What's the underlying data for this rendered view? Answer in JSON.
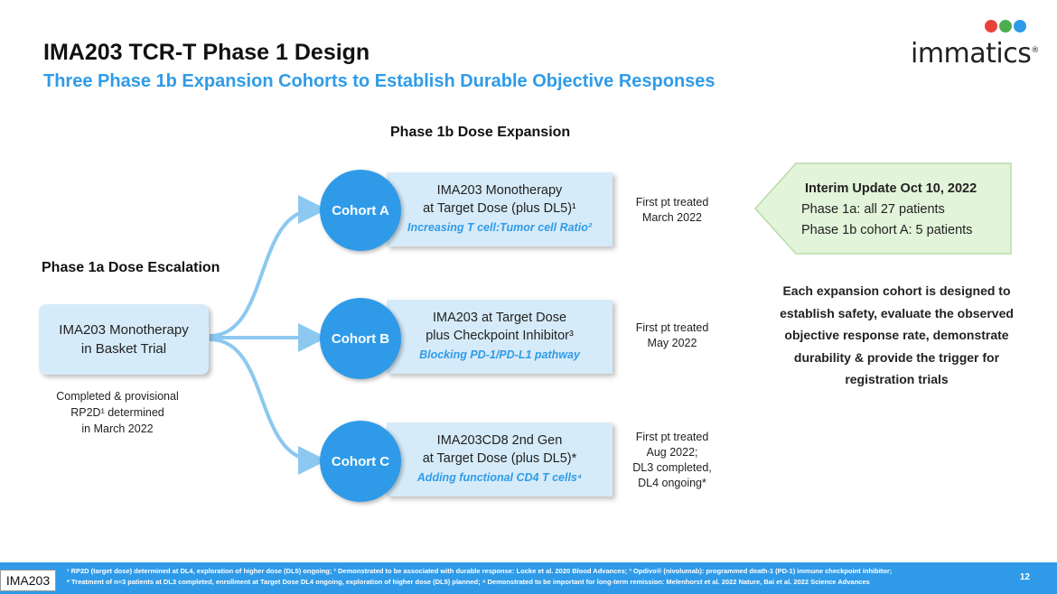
{
  "header": {
    "title": "IMA203 TCR-T Phase 1 Design",
    "subtitle": "Three Phase 1b Expansion Cohorts to Establish Durable Objective Responses",
    "logo_text": "immatics",
    "logo_mark": "®"
  },
  "phase1b_title": "Phase 1b Dose Expansion",
  "phase1a": {
    "title": "Phase 1a Dose Escalation",
    "box_lines": [
      "IMA203 Monotherapy",
      "in Basket Trial"
    ],
    "note_lines": [
      "Completed & provisional",
      "RP2D¹ determined",
      "in March 2022"
    ]
  },
  "cohorts": [
    {
      "label": "Cohort A",
      "lines": [
        "IMA203 Monotherapy",
        "at Target Dose (plus DL5)¹"
      ],
      "emphasis": "Increasing T cell:Tumor cell Ratio²",
      "treated": [
        "First pt treated",
        "March 2022"
      ]
    },
    {
      "label": "Cohort B",
      "lines": [
        "IMA203 at Target Dose",
        "plus Checkpoint Inhibitor³"
      ],
      "emphasis": "Blocking PD-1/PD-L1 pathway",
      "treated": [
        "First pt treated",
        "May 2022"
      ]
    },
    {
      "label": "Cohort C",
      "lines": [
        "IMA203CD8 2nd Gen",
        "at Target Dose (plus DL5)*"
      ],
      "emphasis": "Adding functional CD4 T cells⁴",
      "treated": [
        "First pt treated",
        "Aug 2022;",
        "DL3 completed,",
        "DL4 ongoing*"
      ]
    }
  ],
  "interim": {
    "heading": "Interim Update Oct 10, 2022",
    "lines": [
      "Phase 1a: all 27 patients",
      "Phase 1b cohort A: 5 patients"
    ]
  },
  "summary_lines": [
    "Each expansion cohort is designed to",
    "establish safety, evaluate the observed",
    "objective response rate, demonstrate",
    "durability & provide the trigger for",
    "registration trials"
  ],
  "footer": {
    "tag": "IMA203",
    "notes": [
      "¹ RP2D (target dose) determined at DL4, exploration of higher dose (DL5) ongoing; ² Demonstrated to be associated with durable response: Locke et al. 2020 Blood Advances; ³ Opdivo® (nivolumab): programmed death-1 (PD-1) immune checkpoint inhibitor;",
      "* Treatment of n=3 patients at DL3 completed, enrollment at Target Dose DL4 ongoing, exploration of higher dose (DL5) planned; ⁴ Demonstrated to be important for long-term remission: Melenhorst et al. 2022 Nature, Bai et al. 2022 Science Advances"
    ],
    "page_number": "12"
  },
  "colors": {
    "accent_blue": "#2f9be8",
    "box_fill": "#d6ebf9",
    "interim_fill": "#e2f4d9",
    "interim_border": "#b9dba8",
    "connector": "#8cc8f0",
    "logo_red": "#e8413a",
    "logo_green": "#4cae4f",
    "logo_blue": "#2f9be8"
  }
}
